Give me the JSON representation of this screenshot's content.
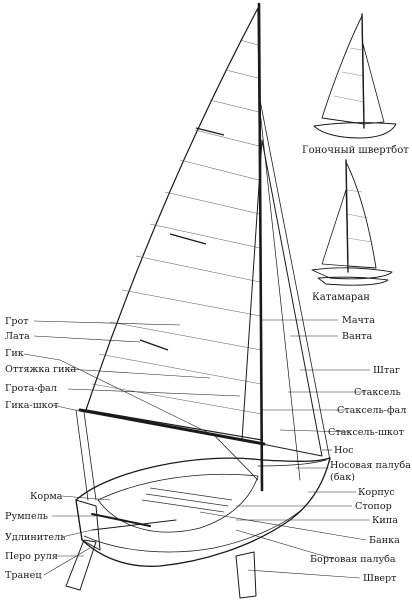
{
  "labels_left": [
    "Грот",
    "Лата",
    "Гик",
    "Оттяжка гика",
    "Грота-фал",
    "Гика-шкот",
    "Корма",
    "Румпель",
    "Удлинитель",
    "Перо руля",
    "Транец"
  ],
  "labels_right": [
    "Мачта",
    "Ванта",
    "Штаг",
    "Стаксель",
    "Стаксель-фал",
    "Стаксель-шкот",
    "Нос",
    "Носовая палуба",
    "(бак)",
    "Корпус",
    "Стопор",
    "Кипа",
    "Банка",
    "Бортовая палуба",
    "Шверт"
  ],
  "insets": {
    "dinghy_caption": "Гоночный швертбот",
    "catamaran_caption": "Катамаран"
  }
}
